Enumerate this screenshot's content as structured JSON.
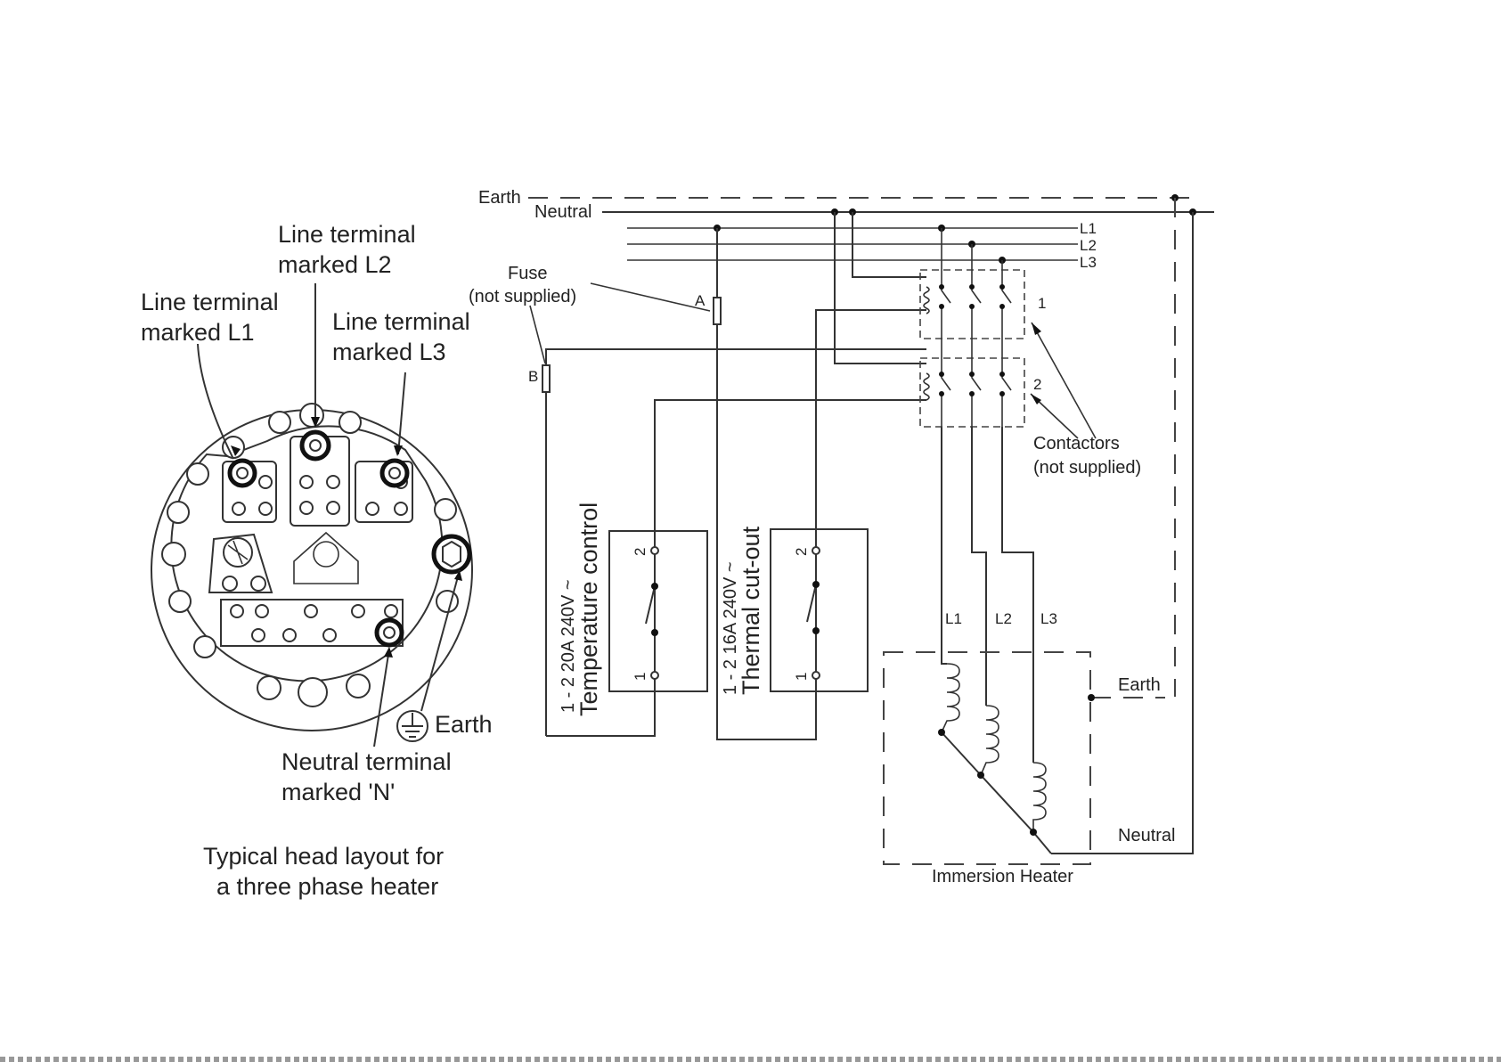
{
  "head_layout": {
    "label_l1": [
      "Line terminal",
      "marked L1"
    ],
    "label_l2": [
      "Line terminal",
      "marked L2"
    ],
    "label_l3": [
      "Line terminal",
      "marked L3"
    ],
    "label_earth": "Earth",
    "label_neutral": [
      "Neutral terminal",
      "marked 'N'"
    ],
    "caption": [
      "Typical head layout for",
      "a three phase heater"
    ]
  },
  "wiring": {
    "bus_earth": "Earth",
    "bus_neutral": "Neutral",
    "bus_l1": "L1",
    "bus_l2": "L2",
    "bus_l3": "L3",
    "fuse_label": [
      "Fuse",
      "(not supplied)"
    ],
    "fuse_a": "A",
    "fuse_b": "B",
    "contactor_1": "1",
    "contactor_2": "2",
    "contactors_label": [
      "Contactors",
      "(not supplied)"
    ],
    "temp_control": [
      "1 - 2  20A  240V ~",
      "Temperature control"
    ],
    "thermal_cutout": [
      "1 - 2  16A  240V ~",
      "Thermal cut-out"
    ],
    "pin_1": "1",
    "pin_2": "2",
    "heater_l1": "L1",
    "heater_l2": "L2",
    "heater_l3": "L3",
    "heater_earth": "Earth",
    "heater_neutral": "Neutral",
    "heater_label": "Immersion Heater"
  },
  "colors": {
    "line": "#333333",
    "background": "#ffffff"
  }
}
